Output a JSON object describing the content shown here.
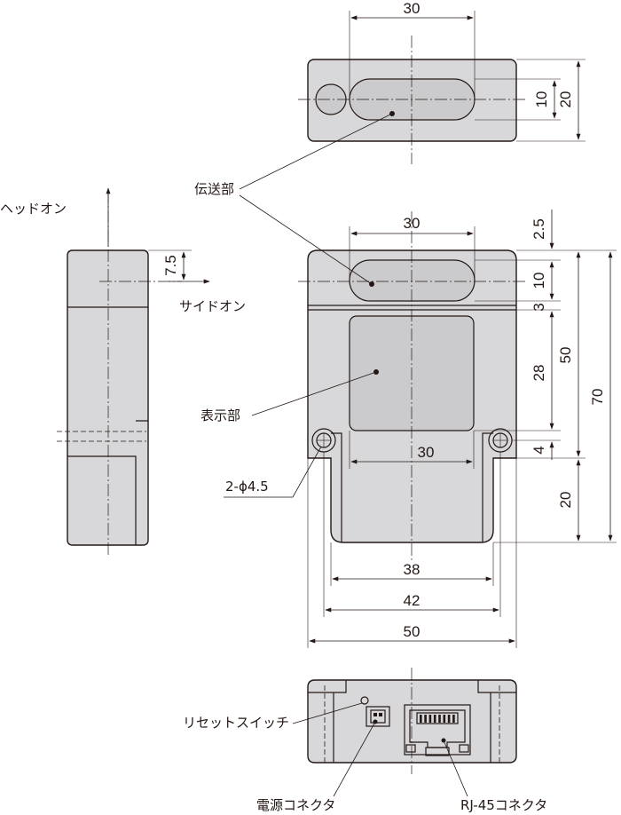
{
  "labels": {
    "transmission": "伝送部",
    "display": "表示部",
    "head_on": "ヘッドオン",
    "side_on": "サイドオン",
    "holes": "2-ϕ4.5",
    "reset_switch": "リセットスイッチ",
    "power_connector": "電源コネクタ",
    "rj45_connector": "RJ-45コネクタ"
  },
  "dims": {
    "top_width": "30",
    "top_h10": "10",
    "top_h20": "20",
    "front_window_w": "30",
    "front_2_5": "2.5",
    "front_10": "10",
    "front_3": "3",
    "front_28": "28",
    "front_50": "50",
    "front_70": "70",
    "front_4": "4",
    "front_20": "20",
    "display_w": "30",
    "w38": "38",
    "w42": "42",
    "w50": "50",
    "side_7_5": "7.5"
  }
}
